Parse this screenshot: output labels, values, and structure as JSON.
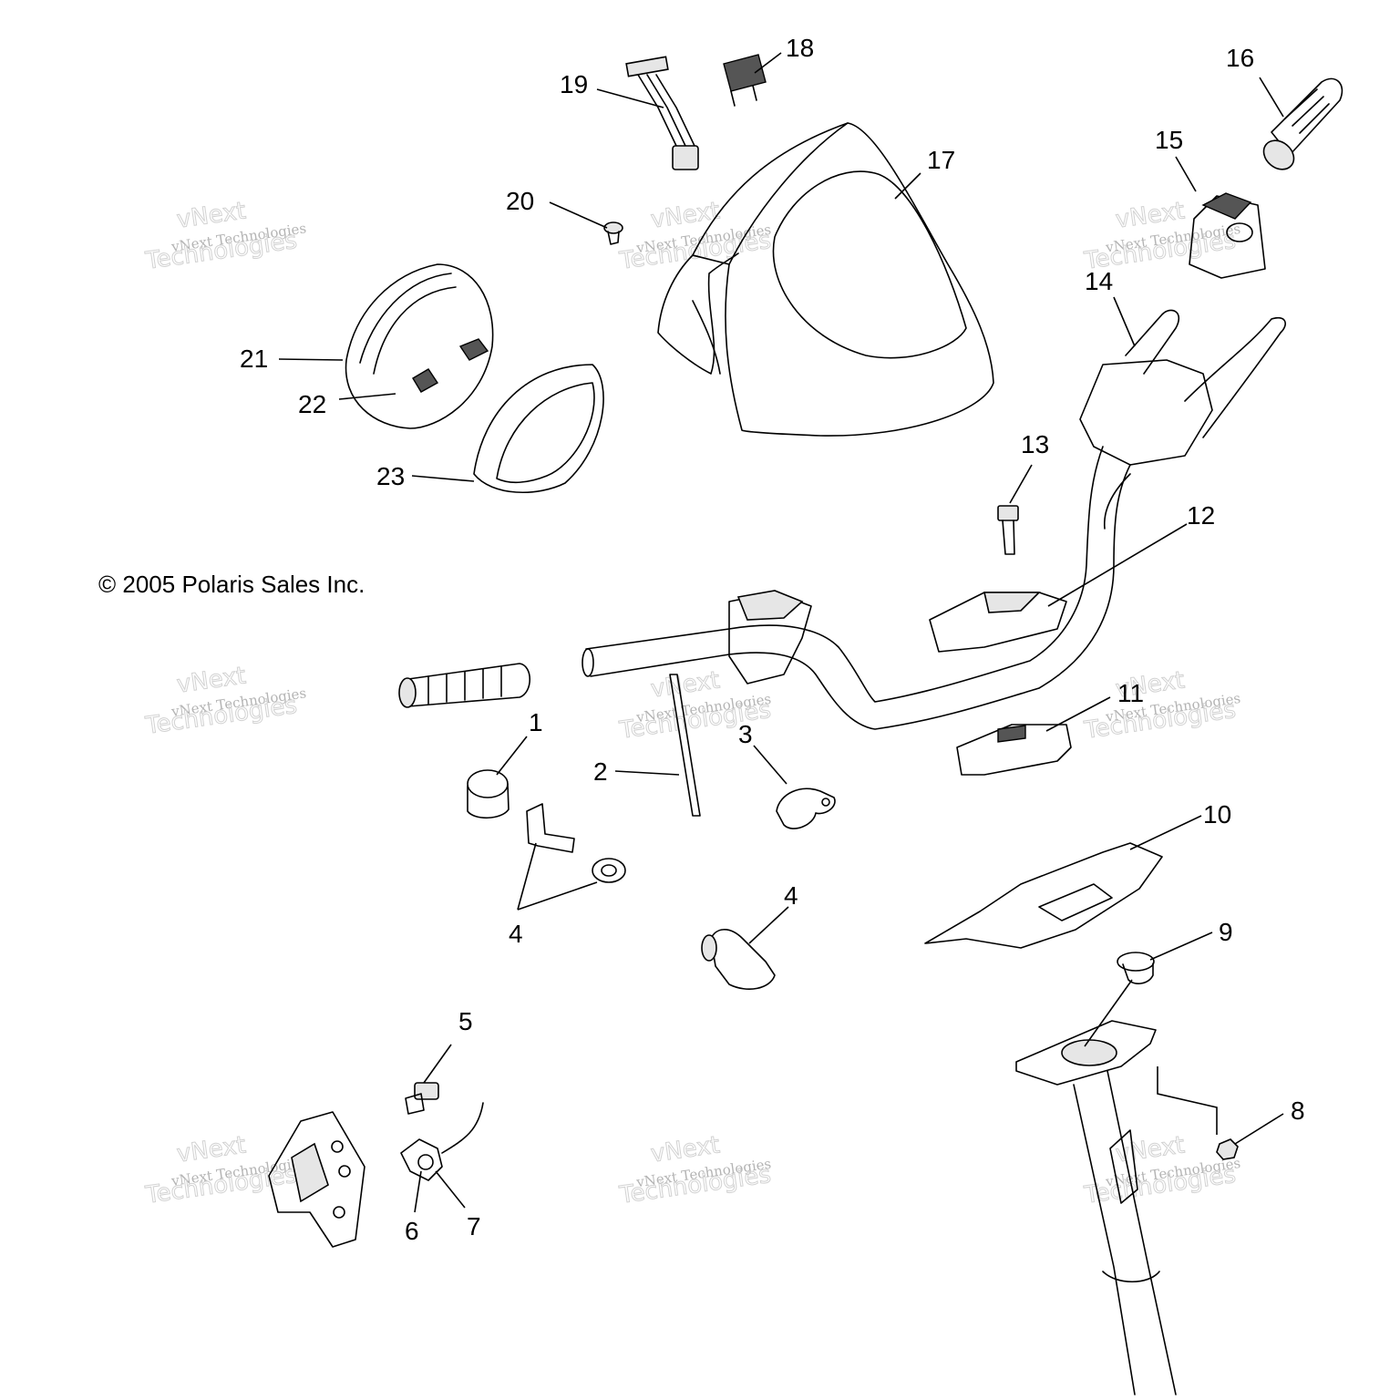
{
  "copyright": "© 2005 Polaris Sales Inc.",
  "watermark": {
    "line1": "vNext",
    "line2": "vNext Technologies",
    "line3": "Technologies"
  },
  "callouts": [
    "1",
    "2",
    "3",
    "4",
    "4",
    "5",
    "6",
    "7",
    "8",
    "9",
    "10",
    "11",
    "12",
    "13",
    "14",
    "15",
    "16",
    "17",
    "18",
    "19",
    "20",
    "21",
    "22",
    "23"
  ]
}
